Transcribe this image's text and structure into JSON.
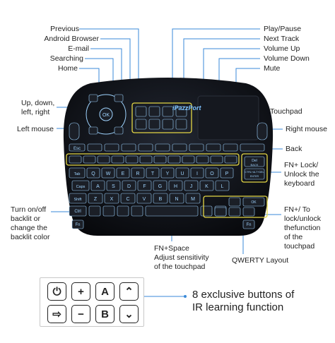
{
  "labels": {
    "previous": "Previous",
    "android_browser": "Android Browser",
    "email": "E-mail",
    "searching": "Searching",
    "home": "Home",
    "up_down": "Up, down,",
    "left_right": "left, right",
    "left_mouse": "Left mouse",
    "turn_on_off_1": "Turn on/off",
    "turn_on_off_2": "backlit or",
    "turn_on_off_3": "change the",
    "turn_on_off_4": "backlit color",
    "play_pause": "Play/Pause",
    "next_track": "Next Track",
    "volume_up": "Volume Up",
    "volume_down": "Volume Down",
    "mute": "Mute",
    "touchpad": "Touchpad",
    "right_mouse": "Right mouse",
    "back": "Back",
    "fn_lock_1": "FN+ Lock/",
    "fn_lock_2": "Unlock the",
    "fn_lock_3": "keyboard",
    "fn_slash_1": "FN+/ To",
    "fn_slash_2": "lock/unlock",
    "fn_slash_3": "thefunction",
    "fn_slash_4": "of the",
    "fn_slash_5": "touchpad",
    "fn_space_1": "FN+Space",
    "fn_space_2": "Adjust sensitivity",
    "fn_space_3": "of the touchpad",
    "qwerty": "QWERTY Layout"
  },
  "brand": "iPazzPort",
  "ir_panel": {
    "caption_line1": "8 exclusive buttons of",
    "caption_line2": "IR learning function",
    "keys": [
      {
        "name": "power-icon",
        "glyph": "⏻"
      },
      {
        "name": "plus",
        "glyph": "+"
      },
      {
        "name": "a",
        "glyph": "A"
      },
      {
        "name": "chevron-up-icon",
        "glyph": "⌃"
      },
      {
        "name": "input-icon",
        "glyph": "⇨"
      },
      {
        "name": "minus",
        "glyph": "−"
      },
      {
        "name": "b",
        "glyph": "B"
      },
      {
        "name": "chevron-down-icon",
        "glyph": "⌄"
      }
    ]
  },
  "keyboard": {
    "row_tab": [
      "Tab",
      "Q",
      "W",
      "E",
      "R",
      "T",
      "Y",
      "U",
      "I",
      "O",
      "P"
    ],
    "row_caps": [
      "Caps",
      "A",
      "S",
      "D",
      "F",
      "G",
      "H",
      "J",
      "K",
      "L"
    ],
    "row_shift": [
      "Shift",
      "Z",
      "X",
      "C",
      "V",
      "B",
      "N",
      "M"
    ],
    "row_bottom": [
      "Ctrl",
      "Fn"
    ],
    "del": "Del",
    "back": "BACK",
    "ctrl_alt_del": "CTRL+ALT+DEL",
    "enter": "ENTER",
    "ok": "OK",
    "esc": "Esc",
    "fn_bottom": "Fn",
    "colors": {
      "body": "#0d0f14",
      "key": "#1b1f27",
      "glow": "#9fd4ff",
      "yellow": "#e3d645",
      "leader": "#3a8ad8"
    }
  }
}
